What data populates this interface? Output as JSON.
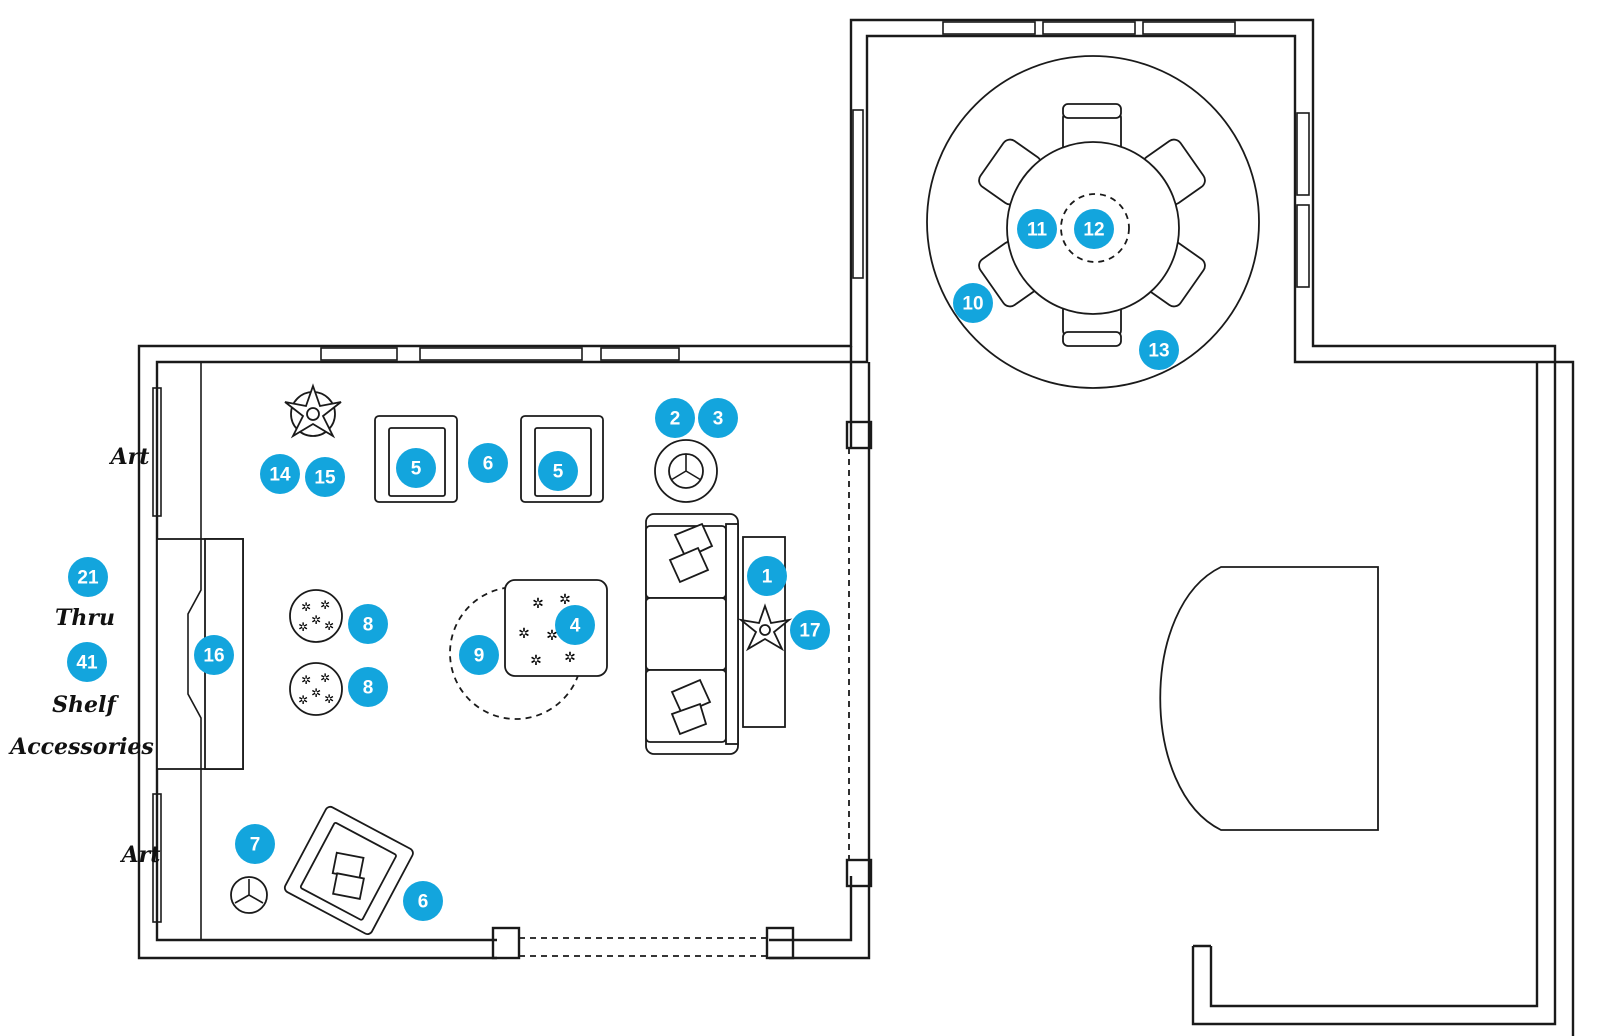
{
  "badges": {
    "b1": "1",
    "b2": "2",
    "b3": "3",
    "b4": "4",
    "b5a": "5",
    "b5b": "5",
    "b6a": "6",
    "b6b": "6",
    "b7": "7",
    "b8a": "8",
    "b8b": "8",
    "b9": "9",
    "b10": "10",
    "b11": "11",
    "b12": "12",
    "b13": "13",
    "b14": "14",
    "b15": "15",
    "b16": "16",
    "b17": "17",
    "b21": "21",
    "b41": "41"
  },
  "labels": {
    "art_top": "Art",
    "art_bottom": "Art",
    "thru": "Thru",
    "shelf": "Shelf",
    "accessories": "Accessories"
  },
  "colors": {
    "badge": "#13a5dd",
    "line": "#1a1a1a"
  }
}
